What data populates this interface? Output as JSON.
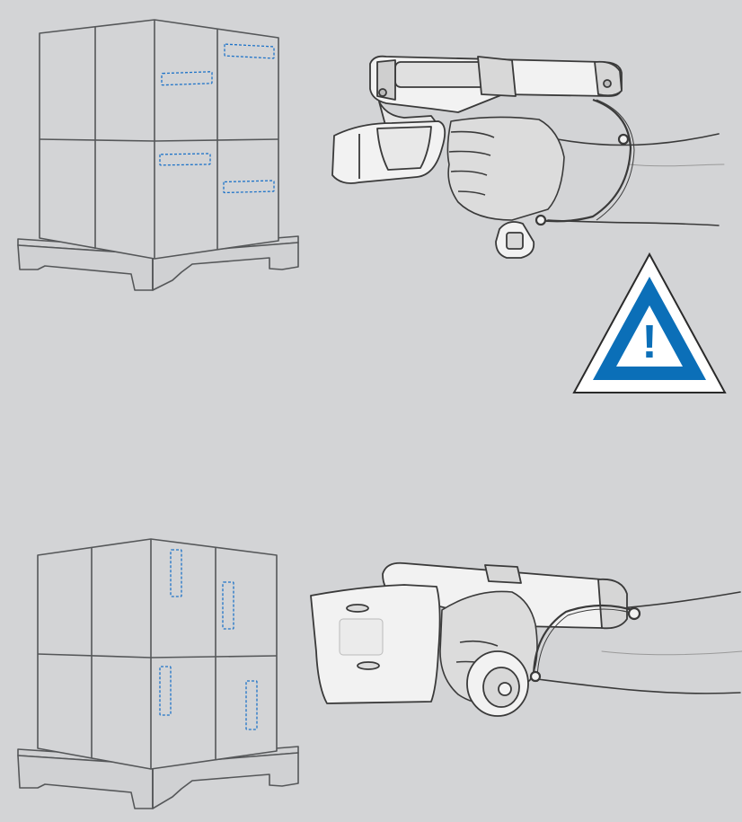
{
  "colors": {
    "background": "#d3d4d6",
    "outline": "#555759",
    "box_fill": "#d0d1d3",
    "barcode_dash": "#1e73c8",
    "warning_blue": "#0b6fb8",
    "warning_border": "#2a2a2a",
    "device_fill": "#f2f2f2",
    "hand_fill": "#dcdcdc"
  },
  "scenes": [
    {
      "name": "top",
      "barcode_orientation": "horizontal",
      "device_orientation": "upright"
    },
    {
      "name": "bottom",
      "barcode_orientation": "vertical",
      "device_orientation": "rotated"
    }
  ],
  "warning": {
    "icon": "warning-triangle-icon",
    "symbol": "!"
  }
}
